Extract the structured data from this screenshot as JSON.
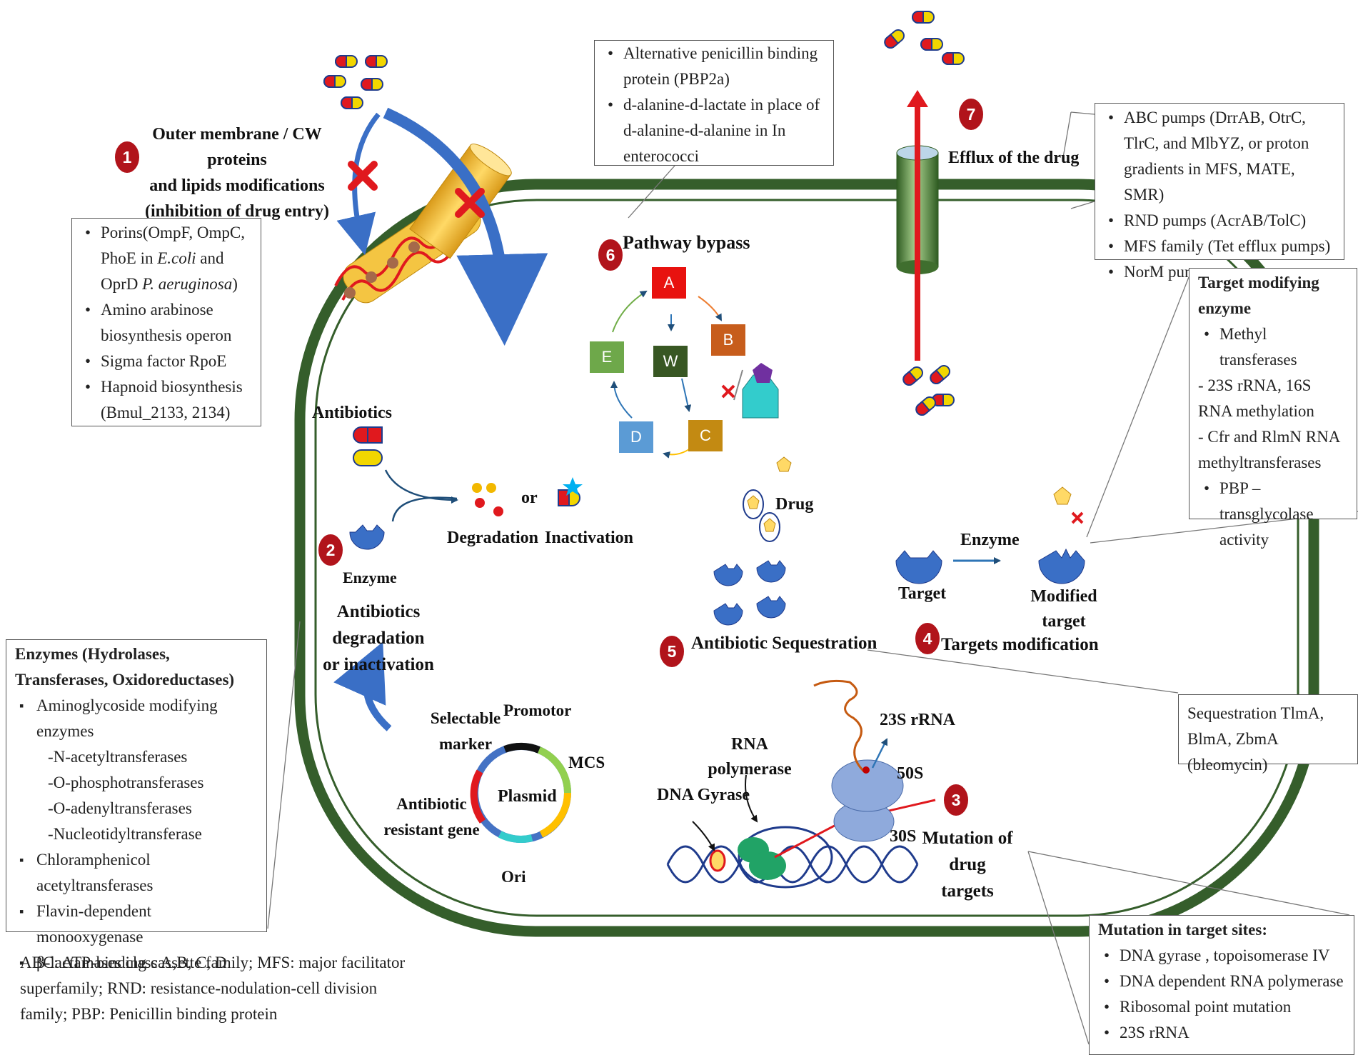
{
  "colors": {
    "membrane": "#355e2b",
    "badge": "#b1141b",
    "arrow_blue": "#3a6fc6",
    "efflux_red": "#e0191e",
    "node_a": "#e8120f",
    "node_b": "#c75d1c",
    "node_c": "#c38a12",
    "node_d": "#5b9bd5",
    "node_e": "#6ea84a",
    "node_w": "#385723"
  },
  "mechanisms": {
    "m1": {
      "num": "1",
      "line1": "Outer membrane / CW proteins",
      "line2": "and lipids modifications",
      "line3": "(inhibition of drug entry)"
    },
    "m2": {
      "num": "2",
      "enzyme": "Enzyme",
      "line1": "Antibiotics degradation",
      "line2": "or inactivation",
      "antibiotics": "Antibiotics",
      "degradation": "Degradation",
      "or": "or",
      "inactivation": "Inactivation"
    },
    "m3": {
      "num": "3",
      "line1": "Mutation of",
      "line2": "drug targets",
      "rrna": "23S rRNA",
      "rnap1": "RNA",
      "rnap2": "polymerase",
      "gyrase": "DNA Gyrase",
      "s50": "50S",
      "s30": "30S"
    },
    "m4": {
      "num": "4",
      "title": "Targets modification",
      "enzyme": "Enzyme",
      "target": "Target",
      "modified1": "Modified",
      "modified2": "target"
    },
    "m5": {
      "num": "5",
      "title": "Antibiotic Sequestration",
      "drug": "Drug"
    },
    "m6": {
      "num": "6",
      "title": "Pathway bypass",
      "nodes": {
        "a": "A",
        "b": "B",
        "c": "C",
        "d": "D",
        "e": "E",
        "w": "W"
      }
    },
    "m7": {
      "num": "7",
      "title": "Efflux of the drug"
    }
  },
  "plasmid": {
    "center": "Plasmid",
    "selectable1": "Selectable",
    "selectable2": "marker",
    "promotor": "Promotor",
    "mcs": "MCS",
    "antibiotic1": "Antibiotic",
    "antibiotic2": "resistant  gene",
    "ori": "Ori"
  },
  "boxes": {
    "pbp": [
      "Alternative penicillin binding protein (PBP2a)",
      "d-alanine-d-lactate in place of  d-alanine-d-alanine in In enterococci"
    ],
    "porins": {
      "i1a": "Porins(OmpF, OmpC,",
      "i1b": "PhoE  in ",
      "i1c": "E.coli",
      "i1d": "  and",
      "i1e": "OprD ",
      "i1f": "P. aeruginosa",
      "i1g": ")",
      "i2": "Amino arabinose biosynthesis operon",
      "i3": "Sigma factor RpoE",
      "i4": "Hapnoid biosynthesis (Bmul_2133, 2134)"
    },
    "efflux": [
      "ABC pumps (DrrAB, OtrC, TlrC, and MlbYZ, or proton gradients in MFS, MATE, SMR)",
      "RND pumps (AcrAB/TolC)",
      "MFS family (Tet efflux pumps)",
      "NorM pump"
    ],
    "target_mod": {
      "head": "Target modifying enzyme",
      "i1": "Methyl transferases",
      "p1": "- 23S rRNA, 16S RNA methylation",
      "p2": "- Cfr and RlmN RNA methyltransferases",
      "i2": "PBP –transglycolase activity"
    },
    "enzymes": {
      "head": "Enzymes (Hydrolases, Transferases, Oxidoreductases)",
      "i1": "Aminoglycoside modifying enzymes",
      "s1": "-N-acetyltransferases",
      "s2": "-O-phosphotransferases",
      "s3": "-O-adenyltransferases",
      "s4": "-Nucleotidyltransferase",
      "i2": "Chloramphenicol acetyltransferases",
      "i3": "Flavin-dependent monooxygenase",
      "i4": "β-lactamases class A,B, C, D"
    },
    "sequestration": "Sequestration TlmA, BlmA, ZbmA (bleomycin)",
    "mutation": {
      "head": "Mutation in target sites:",
      "items": [
        "DNA gyrase , topoisomerase IV",
        "DNA dependent RNA polymerase",
        "Ribosomal point mutation",
        "23S rRNA"
      ]
    }
  },
  "footnote": "ABC: ATP-binding cassette family; MFS: major facilitator superfamily;  RND: resistance-nodulation-cell division family; PBP: Penicillin binding protein"
}
